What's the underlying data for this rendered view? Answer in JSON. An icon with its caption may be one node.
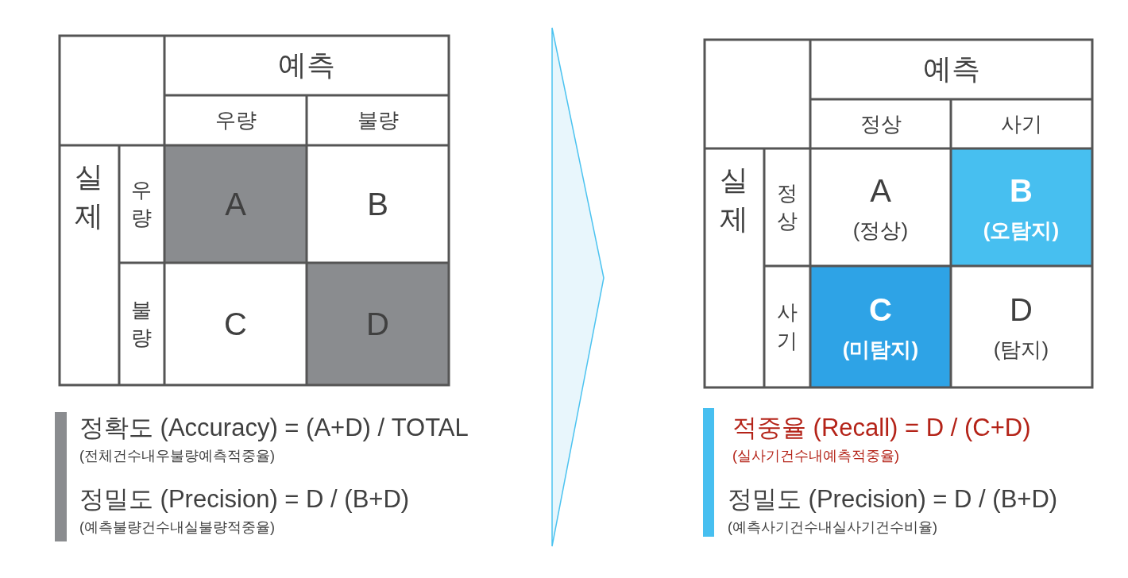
{
  "diagram": {
    "labels": [
      "예측",
      "우량",
      "불량",
      "실제",
      "우량",
      "A",
      "B",
      "불량",
      "C",
      "D",
      "정확도 (Accuracy) = (A+D) / TOTAL",
      "(전체건수내우불량예측적중율)",
      "정밀도 (Precision) = D / (B+D)",
      "(예측불량건수내실불량적중율)",
      "예측",
      "정상",
      "사기",
      "실제",
      "정상",
      "A",
      "(정상)",
      "B",
      "(오탐지)",
      "사기",
      "C",
      "(미탐지)",
      "D",
      "(탐지)",
      "적중율 (Recall) = D / (C+D)",
      "(실사기건수내예측적중율)",
      "정밀도 (Precision) = D / (B+D)",
      "(예측사기건수내실사기건수비율)"
    ]
  }
}
